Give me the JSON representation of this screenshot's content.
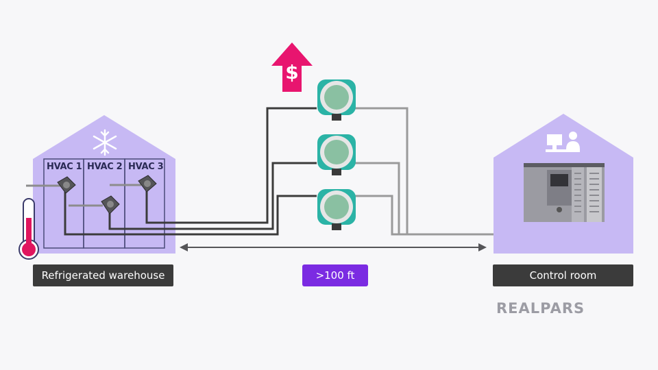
{
  "left_building": {
    "caption": "Refrigerated warehouse",
    "zones": [
      "HVAC 1",
      "HVAC 2",
      "HVAC 3"
    ]
  },
  "right_building": {
    "caption": "Control room"
  },
  "distance_label": ">100 ft",
  "cost_icon": "dollar-up-arrow-icon",
  "brand": "REALPARS",
  "colors": {
    "building_fill": "#c7b9f4",
    "distance_accent": "#7b2be2",
    "transmitter_body": "#2bb3a6",
    "transmitter_face": "#8ac0a2",
    "cost_arrow": "#e8156f",
    "thermometer": "#e0155f",
    "caption_bg": "#3b3b3b"
  }
}
